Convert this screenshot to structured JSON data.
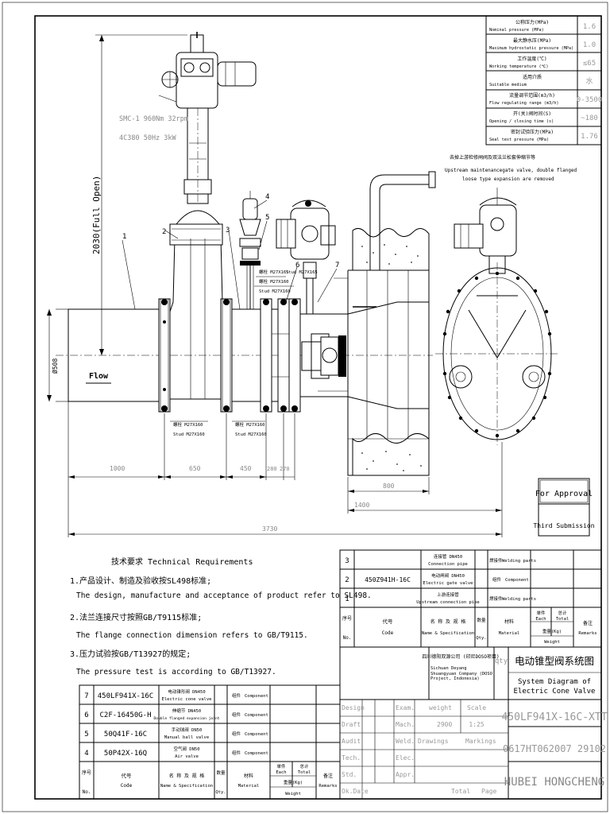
{
  "spec_table": {
    "rows": [
      {
        "cn": "公称压力(MPa)",
        "en": "Nominal pressure (MPa)",
        "value": "1.6"
      },
      {
        "cn": "最大静水压(MPa)",
        "en": "Maximum hydrostatic pressure (MPa)",
        "value": "1.0"
      },
      {
        "cn": "工作温度(℃)",
        "en": "Working temperature (℃)",
        "value": "≤65"
      },
      {
        "cn": "适用介质",
        "en": "Suitable medium",
        "value": "水"
      },
      {
        "cn": "流量调节范围(m3/h)",
        "en": "Flow regulating range (m3/h)",
        "value": "0-3500"
      },
      {
        "cn": "开(关)阀时间(S)",
        "en": "Opening / closing time (s)",
        "value": "~180"
      },
      {
        "cn": "密封试验压力(MPa)",
        "en": "Seal test pressure (MPa)",
        "value": "1.76"
      }
    ]
  },
  "drawing": {
    "actuator_note_1": "SMC-1 960Nm 32rpm",
    "actuator_note_2": "4C380 50Hz 3kW",
    "height_dim": "2030(Full Open)",
    "dia_label": "Ø508",
    "flow_label": "Flow",
    "remove_note_cn": "去掉上游检修闸阀及双法兰松套伸缩节等",
    "remove_note_en_1": "Upstream maintenancegate valve, double flanged",
    "remove_note_en_2": "loose type expansion are removed",
    "stud_notes": [
      {
        "cn": "螺栓 M27X160",
        "en": "Stud M27X160"
      },
      {
        "cn": "螺栓 M27X160",
        "en": "Stud M27X160"
      },
      {
        "cn": "螺栓 M27X160",
        "en": "Stud M27X160"
      },
      {
        "cn": "螺栓 M27X165",
        "en": "Stud M27X165"
      }
    ],
    "part_labels": [
      "1",
      "2",
      "3",
      "4",
      "5",
      "6",
      "7"
    ],
    "dims": {
      "d1000": "1000",
      "d650": "650",
      "d450": "450",
      "d280": "280",
      "d270": "270",
      "d800": "800",
      "d1400": "1400",
      "d3730": "3730"
    }
  },
  "approval": {
    "for_approval": "For Approval",
    "submission": "Third Submission"
  },
  "requirements": {
    "title": "技术要求 Technical Requirements",
    "items": [
      {
        "cn": "1.产品设计、制造及验收按SL498标准;",
        "en": "The design, manufacture and acceptance of product refer to SL498."
      },
      {
        "cn": "2.法兰连接尺寸按照GB/T9115标准;",
        "en": "The flange connection dimension refers to GB/T9115."
      },
      {
        "cn": "3.压力试验按GB/T13927的规定;",
        "en": "The pressure test is according to GB/T13927."
      }
    ]
  },
  "bom_upper": {
    "rows": [
      {
        "no": "3",
        "code": "",
        "name_cn": "连接管 DN450",
        "name_en": "Connection pipe",
        "note_cn": "焊接件",
        "note_en": "Welding parts"
      },
      {
        "no": "2",
        "code": "450Z941H-16C",
        "name_cn": "电动闸阀 DN450",
        "name_en": "Electric gate valve",
        "note_cn": "组件",
        "note_en": "Component"
      },
      {
        "no": "1",
        "code": "",
        "name_cn": "上游连接管",
        "name_en": "Upstream connection pipe",
        "note_cn": "焊接件",
        "note_en": "Welding parts"
      }
    ]
  },
  "bom_lower": {
    "rows": [
      {
        "no": "7",
        "code": "450LF941X-16C",
        "name_cn": "电动锥形阀 DN450",
        "name_en": "Electric cone valve",
        "note_cn": "组件",
        "note_en": "Component"
      },
      {
        "no": "6",
        "code": "C2F-16450G-H",
        "name_cn": "伸缩节 DN450",
        "name_en": "Double flanged expansion joint",
        "note_cn": "组件",
        "note_en": "Component"
      },
      {
        "no": "5",
        "code": "50Q41F-16C",
        "name_cn": "手动球阀 DN50",
        "name_en": "Manual ball valve",
        "note_cn": "组件",
        "note_en": "Component"
      },
      {
        "no": "4",
        "code": "50P42X-16Q",
        "name_cn": "空气阀 DN50",
        "name_en": "Air valve",
        "note_cn": "组件",
        "note_en": "Component"
      }
    ]
  },
  "bom_header": {
    "seq_cn": "序号",
    "seq_en": "No.",
    "code_cn": "代号",
    "code_en": "Code",
    "name_cn": "名 称 及 规 格",
    "name_en": "Name & Specification",
    "qty_cn": "数量",
    "qty_en": "Qty.",
    "material_cn": "材料",
    "material_en": "Material",
    "unit_cn": "单件",
    "unit_en": "Each",
    "total_cn": "总计",
    "total_en": "Total",
    "weight_cn": "重量(Kg)",
    "weight_en": "Weight",
    "remark_cn": "备注",
    "remark_en": "Remarks"
  },
  "title_block": {
    "company_cn": "四川德阳双源公司 (印尼DOSO项目)",
    "company_en": "Sichuan Deyang Shuangyuan Company (DOSO Project, Indonesia)",
    "qty_label": "qty",
    "title_cn": "电动锥型阀系统图",
    "title_en_1": "System Diagram of",
    "title_en_2": "Electric Cone Valve",
    "drawing_no": "450LF941X-16C-XTT",
    "serial_no": "0617HT062007 29102",
    "company_name": "HUBEI HONGCHENG",
    "left_labels": [
      "Design",
      "Draft",
      "Audit",
      "Tech.",
      "Std.",
      "Ok.Date"
    ],
    "mid_labels": [
      "Exam.",
      "Mach.",
      "Weld.",
      "Elec.",
      "Appr."
    ],
    "weight_label": "weight",
    "scale_label": "Scale",
    "weight_value": "2900",
    "scale_value": "1:25",
    "drawings_label": "Drawings",
    "markings_label": "Markings",
    "total_label": "Total",
    "page_label": "Page"
  }
}
